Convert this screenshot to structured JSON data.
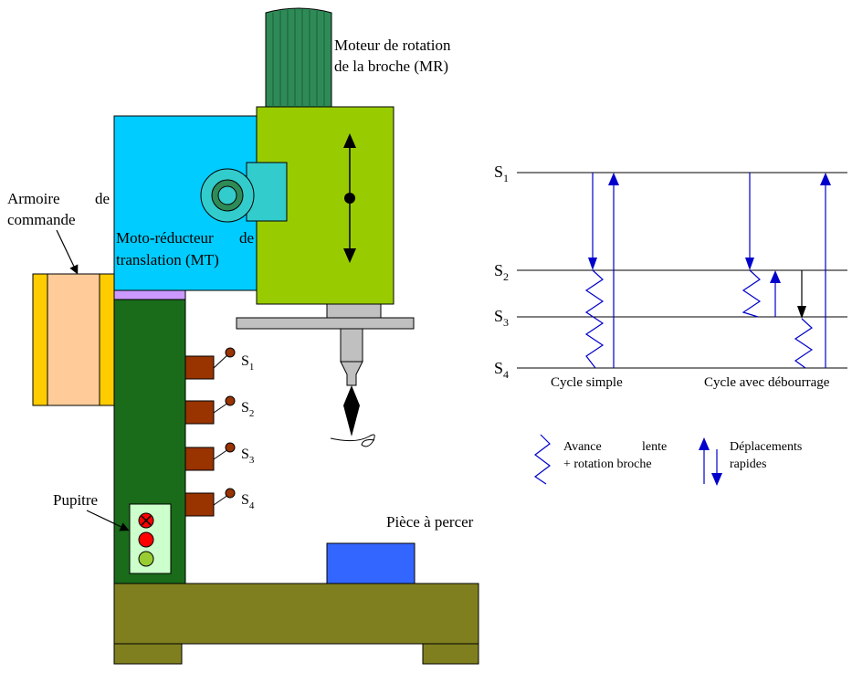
{
  "machine": {
    "motor_label_line1": "Moteur de rotation",
    "motor_label_line2": "de la broche (MR)",
    "cabinet_label_line1": "Armoire",
    "cabinet_label_de": "de",
    "cabinet_label_line2": "commande",
    "reducer_label_line1": "Moto-réducteur",
    "reducer_label_de": "de",
    "reducer_label_line2": "translation (MT)",
    "console_label": "Pupitre",
    "workpiece_label": "Pièce à percer",
    "sensors": [
      {
        "letter": "S",
        "sub": "1"
      },
      {
        "letter": "S",
        "sub": "2"
      },
      {
        "letter": "S",
        "sub": "3"
      },
      {
        "letter": "S",
        "sub": "4"
      }
    ]
  },
  "cycle": {
    "levels": [
      {
        "letter": "S",
        "sub": "1"
      },
      {
        "letter": "S",
        "sub": "2"
      },
      {
        "letter": "S",
        "sub": "3"
      },
      {
        "letter": "S",
        "sub": "4"
      }
    ],
    "simple_label": "Cycle simple",
    "deburr_label": "Cycle avec débourrage"
  },
  "legend": {
    "slow_line1": "Avance",
    "slow_line1b": "lente",
    "slow_line2": "+ rotation broche",
    "rapid_line1": "Déplacements",
    "rapid_line2": "rapides"
  },
  "colors": {
    "body_green": "#1a6b1a",
    "base_olive": "#7f7f1f",
    "head_lime": "#99cc00",
    "reducer_cyan": "#00ccff",
    "motor_green": "#2e8b57",
    "cabinet_peach": "#ffcc99",
    "cabinet_yellow": "#ffcc00",
    "sensor_brown": "#993300",
    "workpiece_blue": "#3366ff",
    "cycle_blue": "#0000cc",
    "console_bg": "#ccffcc"
  }
}
